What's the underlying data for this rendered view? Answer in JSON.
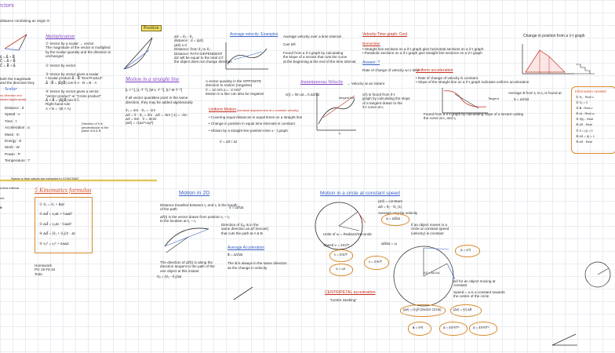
{
  "header": {
    "title_fragment": "ectors",
    "subtitle": "distance combining an origin O"
  },
  "vectors_left": {
    "sum": "s⃗ = A⃗ + B⃗",
    "lines": [
      "C⃗ = A⃗ + B⃗",
      "C⃗ = B⃗ + A⃗"
    ],
    "note": [
      "both the magnitude",
      "and the direction they"
    ],
    "scalar_title": "Scalar",
    "scalar_sub": [
      "no direction and",
      "added algebraically"
    ],
    "scalars": [
      "Distance : d",
      "Speed : v",
      "Time : t",
      "Acceleration : a",
      "Mass : m",
      "Energy : E",
      "Work : W",
      "Power : P",
      "Temperature : T"
    ]
  },
  "multiplication": {
    "title": "Multiplication",
    "items": [
      "① Vector by a scalar → vector",
      "The magnitude of the vector is multiplied",
      "by the scalar quantity and the direction is",
      "unchanged",
      "② Vector by vector",
      "③ Vector by vector gives a scalar",
      "• Scalar product  A⃗ · B⃗ \"Dot Product\"",
      "A⃗ · B⃗ = |A⃗||B⃗| cos θ    A · B = B · A",
      "④ Vector by vector gives a vector",
      "\"vector product\" or \"Cross product\"",
      "A⃗ × B⃗ = |A⃗||B⃗| sin θ  n̂",
      "Right hand rule",
      "A × B = -(B × A)"
    ],
    "cross_note": [
      "Direction of n̂ is",
      "perpendicular to the",
      "plane of A & B"
    ]
  },
  "position": {
    "title": "Position",
    "items": [
      "Δx⃗ = x⃗₂ - x⃗₁",
      "distance : d = |Δx⃗|",
      "|Δx⃗| ≤ d",
      "Distance: from x⃗₁ to x⃗₂",
      "Distance: PATH DEPENDENT",
      "Δx⃗ will be equal to the total d if",
      "the object does not change direction"
    ]
  },
  "motion_line": {
    "title": "Motion in a straight line",
    "items": [
      "[L·t⁻¹], [L·T⁻²], [M·L·T⁻²], [L²·M·T⁻²]",
      "If all vector quantities point in the same",
      "direction, they may be added algebraically",
      "x⃗₀ = 4m · x⃗₀ = -1m",
      "Δx⃗ = x⃗ - x⃗₀ = 3m · Δx⃗ = -5m (-1) = -4m",
      "Δx⃗ = 6m · v⃗ = 3m/s",
      "|Δx⃗| = √(Δx²+Δy²)"
    ],
    "accel": [
      "A vector quantity in the OPPOSITE",
      "direction to motion (negative)",
      "v⃗ = 12 m/s  a = -2 m/s²",
      "Motion in a line can also be negative"
    ],
    "uniform_title": "Uniform Motion",
    "uniform_sub": "(constant displacement at a constant velocity)",
    "uniform": [
      "• Covering equal distances in equal times on a straight line",
      "• Change in position in equal time intervals is constant",
      "• Shown by a straight line position-time x - t graph"
    ],
    "v_formula": "v⃗ = Δx⃗ / Δt"
  },
  "avg_velocity": {
    "title": "Average velocity: Examples",
    "lines": [
      "Average velocity over a time interval",
      "Can tell",
      "Found from a x⃗-t graph by calculating",
      "the slope of a secant that cuts the curve",
      "at the beginning & the end of the time interval"
    ]
  },
  "velocity_time": {
    "title": "Velocity-Time graph: Cool",
    "remember": "Remember",
    "lines": [
      "• Straight line sections on a x⃗-t graph give horizontal sections on a v⃗-t graph",
      "• Parabolic sections on a x⃗-t graph give straight line sections on a v⃗-t graph"
    ],
    "answer_title": "Answer: ?",
    "answer": "Rate of change of velocity w.r.t time"
  },
  "instantaneous": {
    "title": "Instantaneous Velocity",
    "sub": "→ Velocity at an instant",
    "lines": [
      "v(t) = lim Δt→0 Δx⃗/Δt",
      "v(t) is found from x⃗-t",
      "graph by calculating the slope",
      "of a tangent drawn to the",
      "x⃗-t curve at tᵢ"
    ],
    "graph_labels": [
      "tangent line",
      "t₁"
    ]
  },
  "uniform_accel": {
    "title": "Uniform acceleration",
    "lines": [
      "• Rate of change of velocity is constant",
      "• Slope of the straight line on a v⃗-t graph indicates uniform acceleration",
      "Found from a v⃗-t graph by calculating slope of a secant cutting",
      "the curve at t₁ and t₂"
    ],
    "tangent_label": "Tangent",
    "avg_label": "Average a⃗ from t₁ to t₂ is found at",
    "avg_formula": "ā = Δv⃗/Δt"
  },
  "change_position": {
    "title": "Change in position from a v⃗-t graph"
  },
  "info_sheet": {
    "title": "Information needed",
    "items": [
      "① v⃗₁ - Real c",
      "② v⃗₀ = 0",
      "③ a⃗ - Real v",
      "④ Δt - Real ω",
      "⑤ v⃗(t) - Real",
      "⑥ Δx⃗ - Real",
      "⑦ v⃗ = (t) = 0",
      "⑧ Δx⃗ = (t) = 1",
      "⑨ Δx⃗ - Real"
    ]
  },
  "kinematics": {
    "banner": "Speed or time values are extracted to CONSTANT",
    "title": "5 Kinematics formulas",
    "items": [
      "① v⃗₂ = v⃗₁ + a⃗Δt",
      "② Δd⃗ = v₁Δt + ½aΔt²",
      "③ Δd⃗ = v₂Δt - ½aΔt²",
      "④ Δd⃗ = (v⃗₁ + v⃗₂)/2 · Δt",
      "⑤ v₂² = v₁² + 2aΔd"
    ],
    "homework": [
      "Homework",
      "PG 19 #3-16",
      "Todo"
    ],
    "left_fragments": [
      "a time interval",
      "ent",
      "a⃗"
    ]
  },
  "motion_2d": {
    "title": "Motion in 2D",
    "lines": [
      "Distance travelled between t₁ and t₂ is the length",
      "of the path",
      "Δr⃗(t) is the vector drawn from position t₁ – t₂",
      "to the location at t₂ – t₁",
      "The direction of Δr⃗(t) is along the",
      "direction tangent to the path of the",
      "one object at this instant"
    ],
    "formula": "v⃗ = Δr⃗/Δt",
    "vavg_note": [
      "Direction of v⃗ₐᵥ is in the",
      "same direction as Δr⃗ (secant)",
      "that cuts the path at A & B"
    ],
    "avg_accel_title": "Average Acceleration",
    "avg_accel": [
      "a⃗ = Δv⃗/Δt",
      "The a⃗ is always in the same direction",
      "as the change in velocity"
    ],
    "v_avg": "v⃗ₐ = (v⃗₂ - v⃗₁)/Δt"
  },
  "circle_motion": {
    "title": "Motion in a circle at constant speed",
    "lines": [
      "|Δv⃗| = constant",
      "Δθ = θ₂ - θ₁ (1)",
      "Average angular velocity",
      "If an object moves in a",
      "circle at constant speed",
      "(velocity) is constant",
      "Units of ω = Radians/Seconds",
      "Speed  v = 2πr/T",
      "Δθ/Δt = ω",
      "Δv⃗ for an object moving at",
      "constant",
      "Speed = a is a constant towards",
      "the centre of the circle"
    ],
    "centripetal": "CENTRIPETAL acceleration",
    "centripetal_sub": "\"Centre Seeking\"",
    "clouds": [
      "ω = Δθ/Δt",
      "v = 2πr/T",
      "vᵢ = ωr",
      "v = 2πr/T",
      "a = v²/r",
      "|Δv⃗| = |v⃗₁|θ (Sector Circle)",
      "|Δv⃗| = |v⃗| Δθ",
      "a⃗ = v²/r",
      "a = 4π²r/T²",
      "a = 4π²r/T²"
    ],
    "circle_note": "Δv⃗ = ΔΔ ΔΔ"
  },
  "colors": {
    "purple": "#7d3ec2",
    "blue": "#3a62c4",
    "red": "#c3301f",
    "orange": "#d98a2b",
    "highlight": "#f4e262",
    "grid": "#e9edf1"
  }
}
